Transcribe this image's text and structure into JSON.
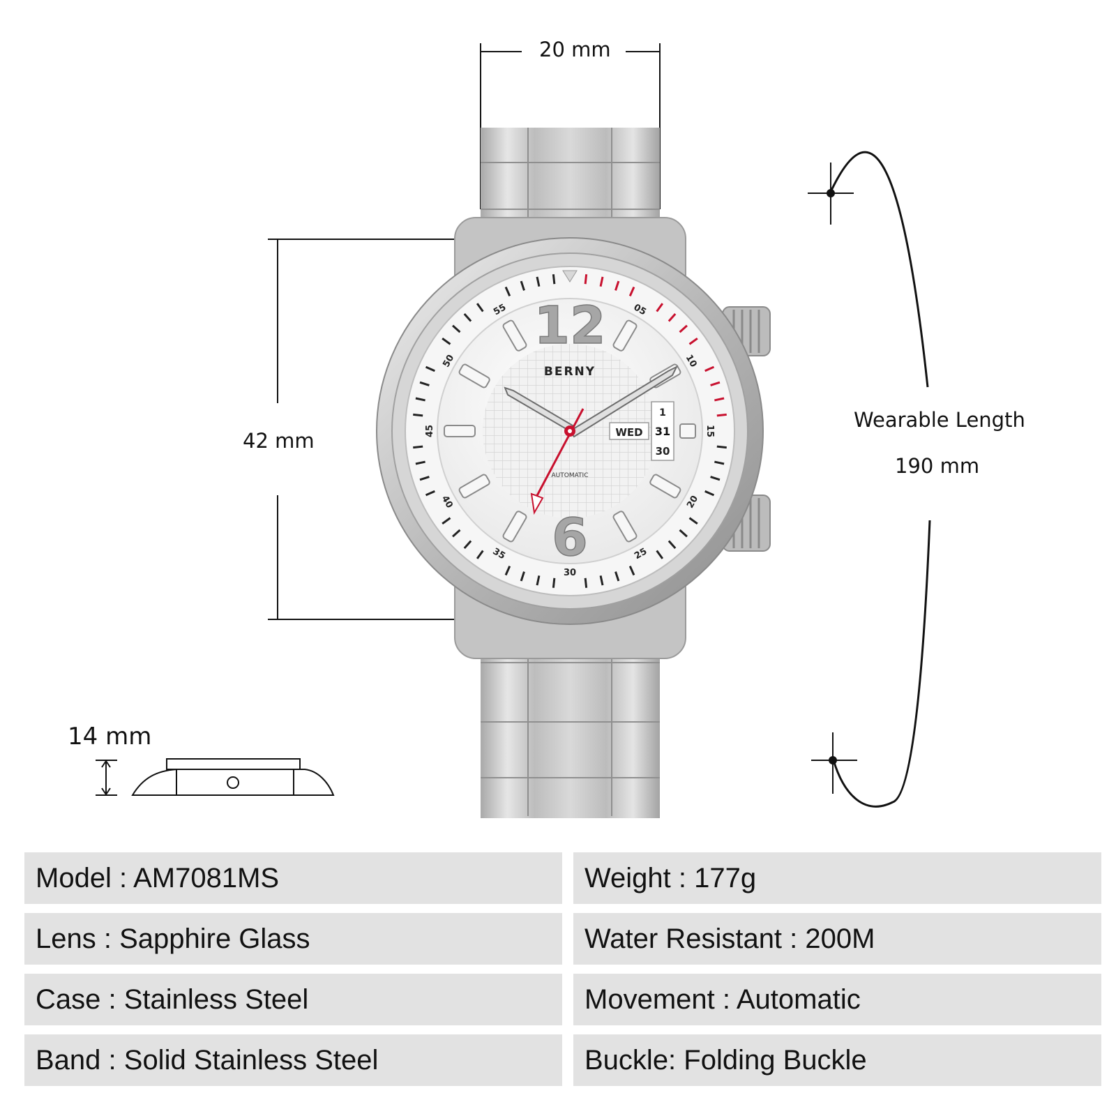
{
  "dimensions": {
    "width_label": "20 mm",
    "diameter_label": "42 mm",
    "thickness_label": "14 mm",
    "wearable_length_title": "Wearable Length",
    "wearable_length_value": "190 mm"
  },
  "watch": {
    "brand": "BERNY",
    "dial_subtitle": "AUTOMATIC",
    "day_window": "WED",
    "date_numbers": [
      "1",
      "31",
      "30"
    ],
    "hour_numerals": [
      "12",
      "6"
    ],
    "bezel_numbers": [
      "55",
      "05",
      "10",
      "15",
      "20",
      "25",
      "30",
      "35",
      "40",
      "45",
      "50"
    ],
    "accent_color": "#c8102e",
    "dial_color": "#f4f4f4",
    "steel_color": "#c9c9c9"
  },
  "specs": {
    "left": [
      {
        "label": "Model",
        "value": "AM7081MS",
        "text": "Model : AM7081MS"
      },
      {
        "label": "Lens",
        "value": "Sapphire Glass",
        "text": "Lens : Sapphire Glass"
      },
      {
        "label": "Case",
        "value": "Stainless Steel",
        "text": "Case : Stainless Steel"
      },
      {
        "label": "Band",
        "value": "Solid Stainless Steel",
        "text": "Band : Solid Stainless Steel"
      }
    ],
    "right": [
      {
        "label": "Weight",
        "value": "177g",
        "text": "Weight : 177g"
      },
      {
        "label": "Water Resistant",
        "value": "200M",
        "text": "Water Resistant : 200M"
      },
      {
        "label": "Movement",
        "value": "Automatic",
        "text": "Movement : Automatic"
      },
      {
        "label": "Buckle",
        "value": "Folding Buckle",
        "text": "Buckle: Folding Buckle"
      }
    ]
  }
}
